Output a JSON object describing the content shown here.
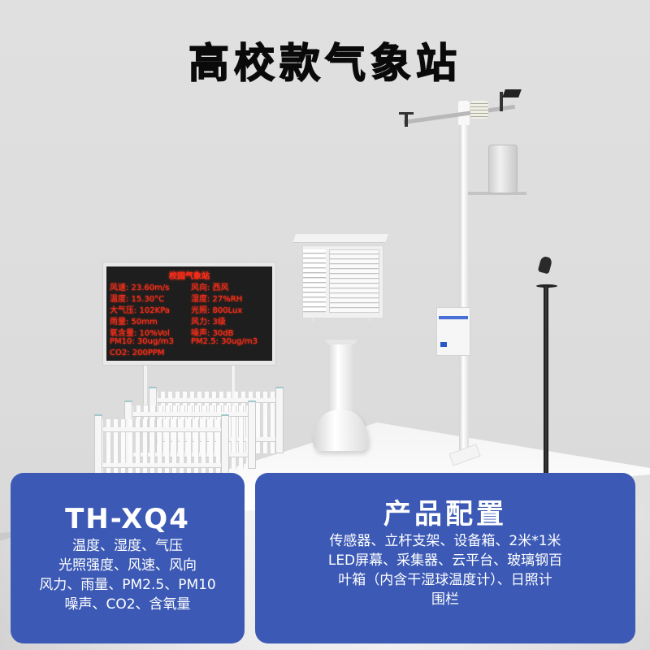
{
  "title": "高校款气象站",
  "led_screen": {
    "title": "校园气象站",
    "rows": [
      {
        "left": "风速: 23.60m/s",
        "right": "风向: 西风"
      },
      {
        "left": "温度: 15.30°C",
        "right": "湿度: 27%RH"
      },
      {
        "left": "大气压: 102KPa",
        "right": "光照: 800Lux"
      },
      {
        "left": "雨量: 50mm",
        "right": "风力: 3级"
      },
      {
        "left": "氧含量: 10%Vol",
        "right": "噪声: 30dB"
      },
      {
        "left": "PM10: 30ug/m3",
        "right": "PM2.5: 30ug/m3"
      },
      {
        "left": "CO2: 200PPM",
        "right": ""
      }
    ]
  },
  "left_panel": {
    "model": "TH-XQ4",
    "lines": [
      "温度、湿度、气压",
      "光照强度、风速、风向",
      "风力、雨量、PM2.5、PM10",
      "噪声、CO2、含氧量"
    ]
  },
  "right_panel": {
    "heading": "产品配置",
    "lines": [
      "传感器、立杆支架、设备箱、2米*1米",
      "LED屏幕、采集器、云平台、玻璃钢百",
      "叶箱（内含干湿球温度计）、日照计",
      "围栏"
    ]
  },
  "colors": {
    "panel_blue": "#3c5ab5",
    "led_red": "#ff2a1a",
    "background": "#dedede"
  }
}
